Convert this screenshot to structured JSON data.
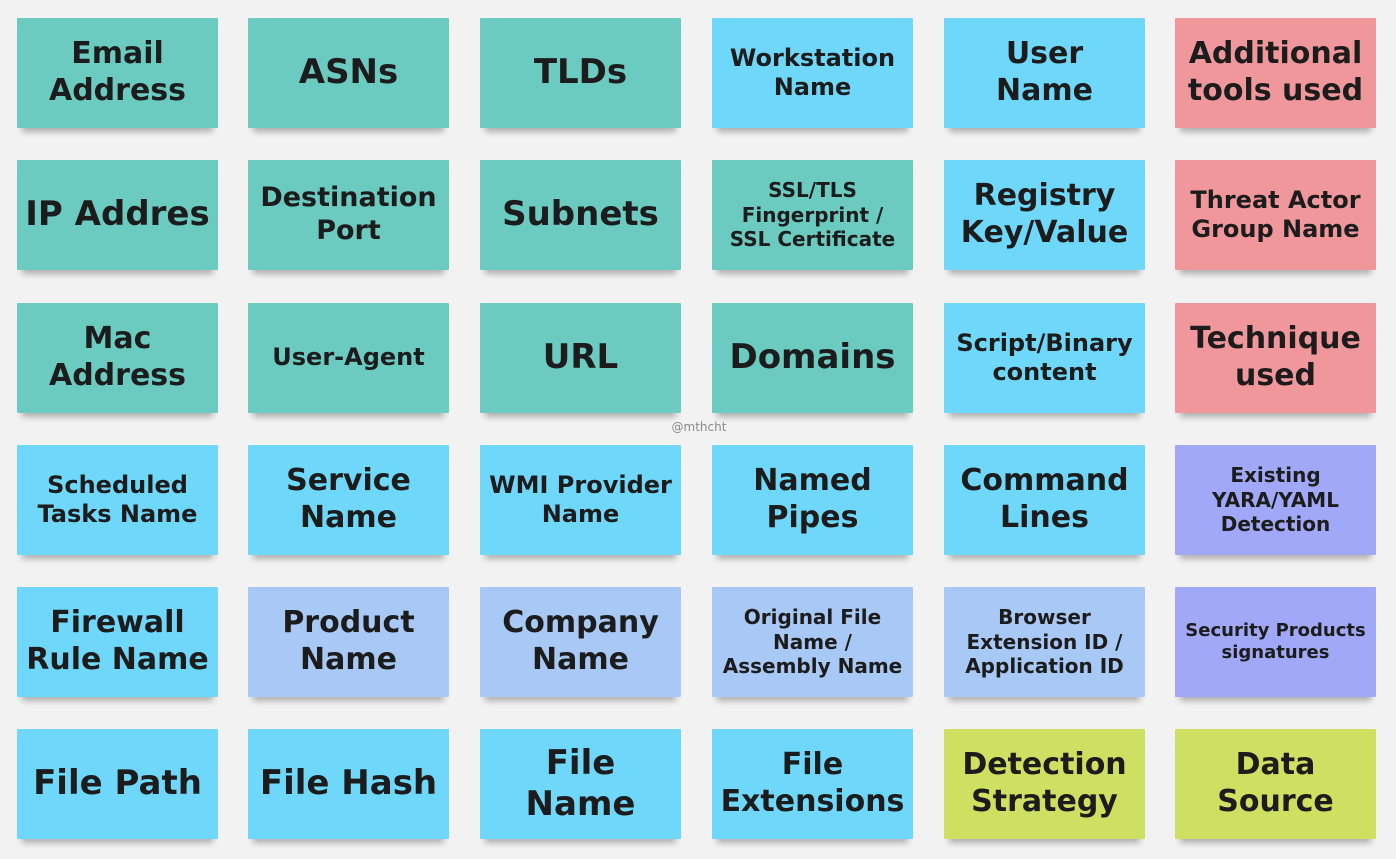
{
  "watermark": "@mthcht",
  "colors": {
    "background": "#f2f2f2",
    "teal": "#6ccbc0",
    "cyan": "#6fd8fa",
    "pink": "#f0979c",
    "blue": "#a8c8f5",
    "violet": "#a0a8f7",
    "lime": "#cde061"
  },
  "rows": [
    [
      {
        "text": "Email\nAddress",
        "color": "teal"
      },
      {
        "text": "ASNs",
        "color": "teal"
      },
      {
        "text": "TLDs",
        "color": "teal"
      },
      {
        "text": "Workstation\nName",
        "color": "cyan"
      },
      {
        "text": "User\nName",
        "color": "cyan"
      },
      {
        "text": "Additional\ntools used",
        "color": "pink"
      }
    ],
    [
      {
        "text": "IP Addres",
        "color": "teal"
      },
      {
        "text": "Destination\nPort",
        "color": "teal"
      },
      {
        "text": "Subnets",
        "color": "teal"
      },
      {
        "text": "SSL/TLS\nFingerprint /\nSSL Certificate",
        "color": "teal"
      },
      {
        "text": "Registry\nKey/Value",
        "color": "cyan"
      },
      {
        "text": "Threat Actor\nGroup Name",
        "color": "pink"
      }
    ],
    [
      {
        "text": "Mac\nAddress",
        "color": "teal"
      },
      {
        "text": "User-Agent",
        "color": "teal"
      },
      {
        "text": "URL",
        "color": "teal"
      },
      {
        "text": "Domains",
        "color": "teal"
      },
      {
        "text": "Script/Binary\ncontent",
        "color": "cyan"
      },
      {
        "text": "Technique\nused",
        "color": "pink"
      }
    ],
    [
      {
        "text": "Scheduled\nTasks Name",
        "color": "cyan"
      },
      {
        "text": "Service\nName",
        "color": "cyan"
      },
      {
        "text": "WMI Provider\nName",
        "color": "cyan"
      },
      {
        "text": "Named\nPipes",
        "color": "cyan"
      },
      {
        "text": "Command\nLines",
        "color": "cyan"
      },
      {
        "text": "Existing\nYARA/YAML\nDetection",
        "color": "violet"
      }
    ],
    [
      {
        "text": "Firewall\nRule Name",
        "color": "cyan"
      },
      {
        "text": "Product\nName",
        "color": "blue"
      },
      {
        "text": "Company\nName",
        "color": "blue"
      },
      {
        "text": "Original File\nName /\nAssembly Name",
        "color": "blue"
      },
      {
        "text": "Browser\nExtension ID /\nApplication ID",
        "color": "blue"
      },
      {
        "text": "Security Products\nsignatures",
        "color": "violet"
      }
    ],
    [
      {
        "text": "File Path",
        "color": "cyan"
      },
      {
        "text": "File Hash",
        "color": "cyan"
      },
      {
        "text": "File Name",
        "color": "cyan"
      },
      {
        "text": "File\nExtensions",
        "color": "cyan"
      },
      {
        "text": "Detection\nStrategy",
        "color": "lime"
      },
      {
        "text": "Data\nSource",
        "color": "lime"
      }
    ]
  ]
}
